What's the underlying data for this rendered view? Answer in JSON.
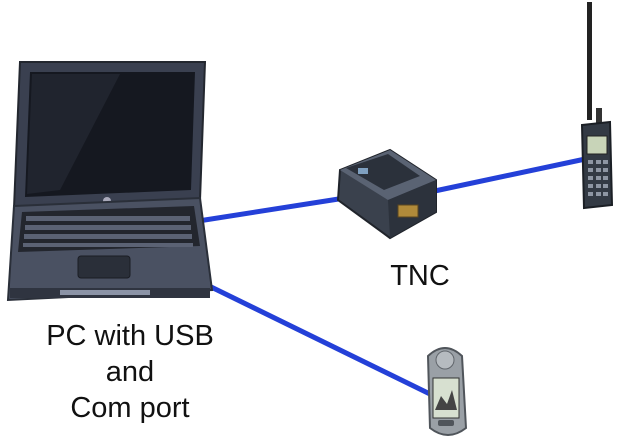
{
  "labels": {
    "tnc": "TNC",
    "pc_line1": "PC with USB",
    "pc_line2": "and",
    "pc_line3": "Com port"
  },
  "colors": {
    "cable": "#2440d8",
    "laptop_body": "#3a4050",
    "laptop_screen": "#151820",
    "device_body": "#333a44",
    "gps_body": "#9aa0a6"
  },
  "icons": [
    "laptop-icon",
    "tnc-device-icon",
    "radio-transceiver-icon",
    "gps-receiver-icon"
  ]
}
